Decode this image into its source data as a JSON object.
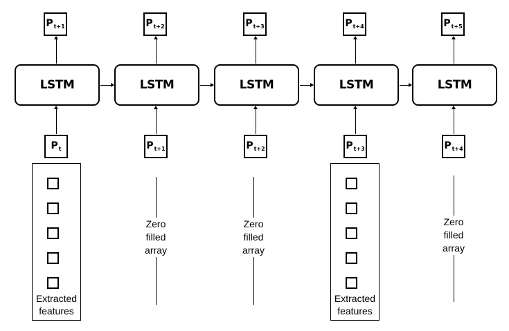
{
  "cell_label": "LSTM",
  "outputs": [
    {
      "base": "P",
      "sub": "t+1"
    },
    {
      "base": "P",
      "sub": "t+2"
    },
    {
      "base": "P",
      "sub": "t+3"
    },
    {
      "base": "P",
      "sub": "t+4"
    },
    {
      "base": "P",
      "sub": "t+5"
    }
  ],
  "inputs": [
    {
      "base": "P",
      "sub": "t"
    },
    {
      "base": "P",
      "sub": "t+1"
    },
    {
      "base": "P",
      "sub": "t+2"
    },
    {
      "base": "P",
      "sub": "t+3"
    },
    {
      "base": "P",
      "sub": "t+4"
    }
  ],
  "feature_panels": [
    {
      "label_line1": "Extracted",
      "label_line2": "features"
    },
    {
      "label_line1": "Extracted",
      "label_line2": "features"
    }
  ],
  "zero_arrays": [
    {
      "line1": "Zero",
      "line2": "filled",
      "line3": "array"
    },
    {
      "line1": "Zero",
      "line2": "filled",
      "line3": "array"
    },
    {
      "line1": "Zero",
      "line2": "filled",
      "line3": "array"
    }
  ]
}
